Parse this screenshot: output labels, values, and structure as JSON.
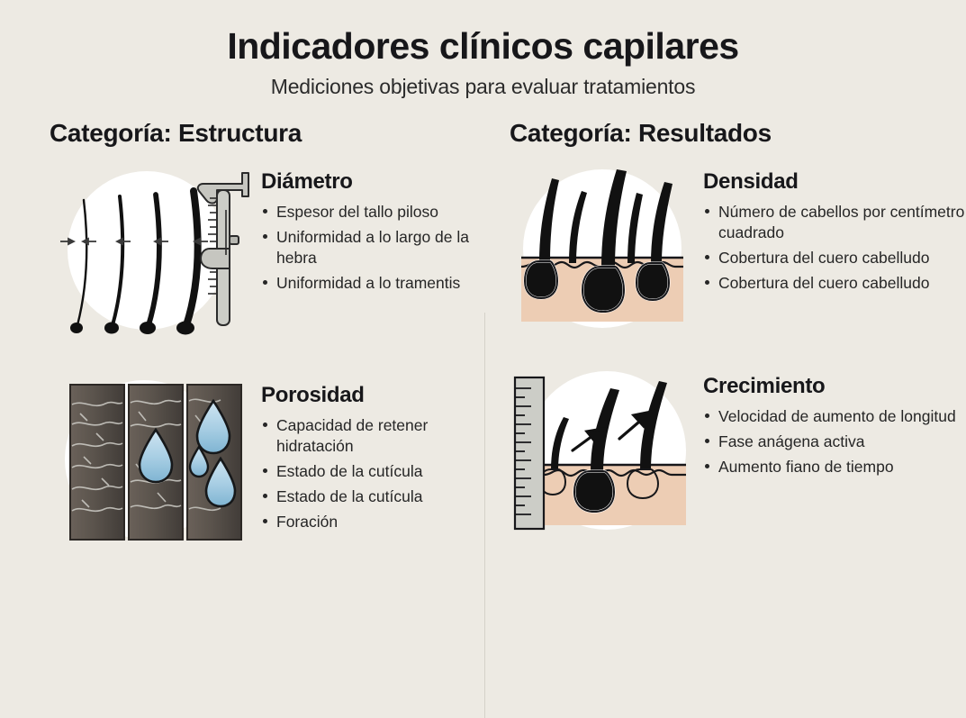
{
  "header": {
    "title": "Indicadores clínicos capilares",
    "subtitle": "Mediciones objetivas para evaluar tratamientos"
  },
  "colors": {
    "background": "#edeae3",
    "text": "#1d1d1b",
    "heading": "#17171a",
    "divider": "#d5d2c9",
    "circle": "#ffffff",
    "skin": "#edcdb4",
    "hair": "#111111",
    "caliper": "#c6c6c0",
    "ruler": "#cccdc7",
    "droplet": "#a8cfe3",
    "shaft": "#5b544f"
  },
  "columns": [
    {
      "category_label": "Categoría: Estructura",
      "items": [
        {
          "title": "Diámetro",
          "art": "hair-caliper-icon",
          "bullets": [
            "Espesor del tallo piloso",
            "Uniformidad a lo largo de la hebra",
            "Uniformidad a lo tramentis"
          ]
        },
        {
          "title": "Porosidad",
          "art": "hair-shaft-droplets-icon",
          "bullets": [
            "Capacidad de retener hidratación",
            "Estado de la cutícula",
            "Estado de la cutícula",
            "Foración"
          ]
        }
      ]
    },
    {
      "category_label": "Categoría: Resultados",
      "items": [
        {
          "title": "Densidad",
          "art": "scalp-follicles-icon",
          "bullets": [
            "Número de cabellos por centímetro cuadrado",
            "Cobertura del cuero cabelludo",
            "Cobertura del cuero cabelludo"
          ]
        },
        {
          "title": "Crecimiento",
          "art": "ruler-growth-icon",
          "bullets": [
            "Velocidad de aumento de longitud",
            "Fase anágena activa",
            "Aumento fiano de tiempo"
          ]
        }
      ]
    }
  ]
}
